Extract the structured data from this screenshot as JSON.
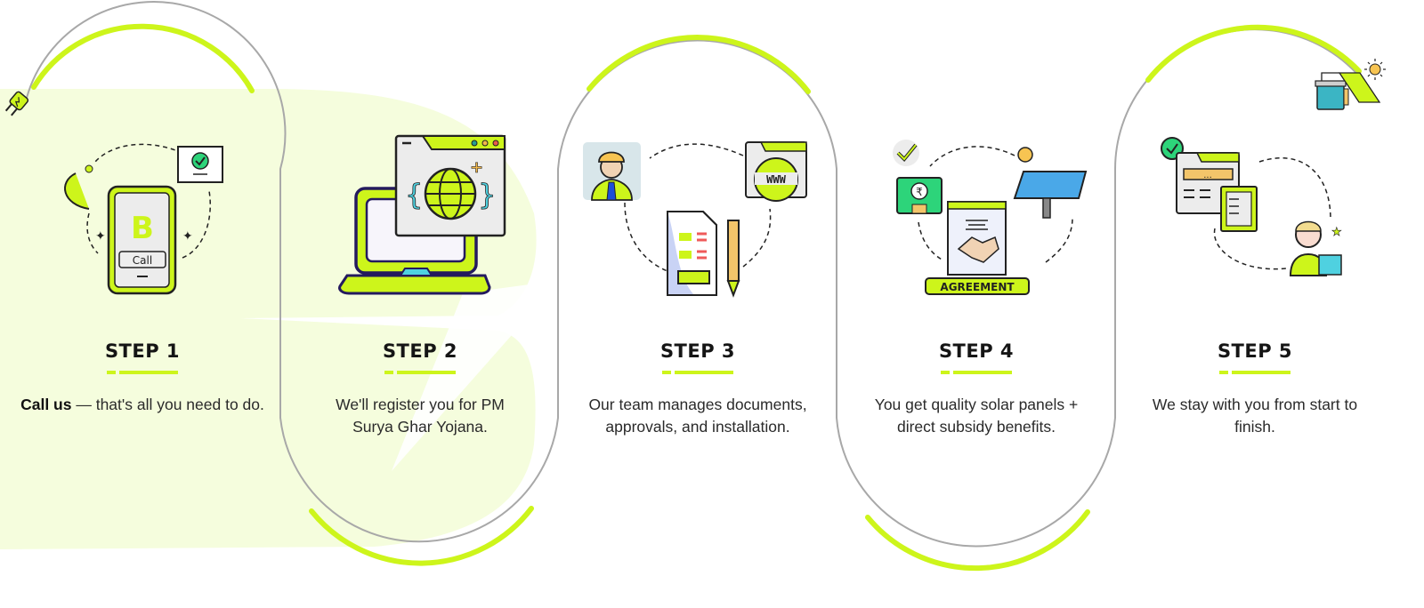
{
  "colors": {
    "accent": "#cdf51b",
    "accent_light_bg": "#f5fddd",
    "arc_grey": "#a8a8a8",
    "text_dark": "#151515",
    "text_body": "#2a2a2a"
  },
  "steps": [
    {
      "title": "STEP 1",
      "desc_bold": "Call us",
      "desc_rest": " — that's all you need to do.",
      "illustration": "phone-call-icon",
      "illustration_labels": {
        "call_button": "Call",
        "logo_letter": "B"
      }
    },
    {
      "title": "STEP 2",
      "desc_bold": "",
      "desc_rest": "We'll register you for PM Surya Ghar Yojana.",
      "illustration": "laptop-web-globe-icon"
    },
    {
      "title": "STEP 3",
      "desc_bold": "",
      "desc_rest": "Our team manages documents, approvals, and installation.",
      "illustration": "engineer-documents-www-icon",
      "illustration_labels": {
        "www": "WWW"
      }
    },
    {
      "title": "STEP 4",
      "desc_bold": "",
      "desc_rest": "You get quality solar panels + direct subsidy benefits.",
      "illustration": "agreement-solar-money-icon",
      "illustration_labels": {
        "agreement": "AGREEMENT",
        "currency": "₹"
      }
    },
    {
      "title": "STEP 5",
      "desc_bold": "",
      "desc_rest": "We stay with you from start to finish.",
      "illustration": "support-checklist-icon",
      "illustration_labels": {
        "dots": "..."
      }
    }
  ],
  "decor": {
    "start_icon": "plug-icon",
    "end_icon": "solar-battery-icon"
  }
}
